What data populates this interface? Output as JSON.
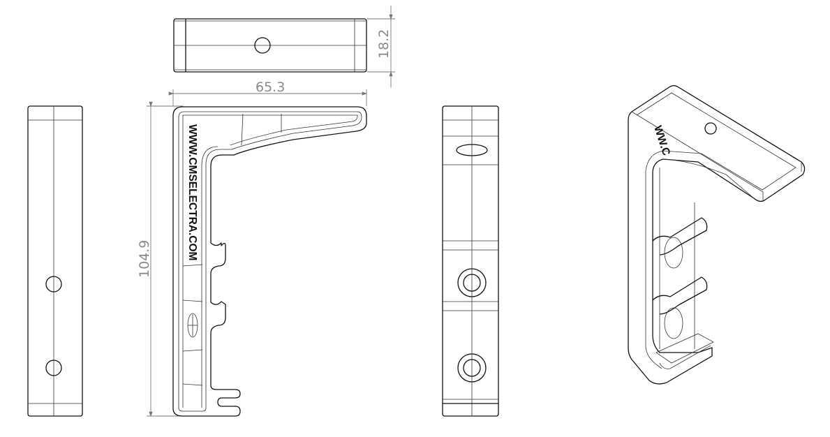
{
  "dimensions": {
    "height_top_view": "18.2",
    "width_side_view": "65.3",
    "height_side_view": "104.9"
  },
  "embossed_text": "WWW.CMSELECTRA.COM",
  "colors": {
    "line": "#111111",
    "dimension": "#8a8a8a"
  }
}
